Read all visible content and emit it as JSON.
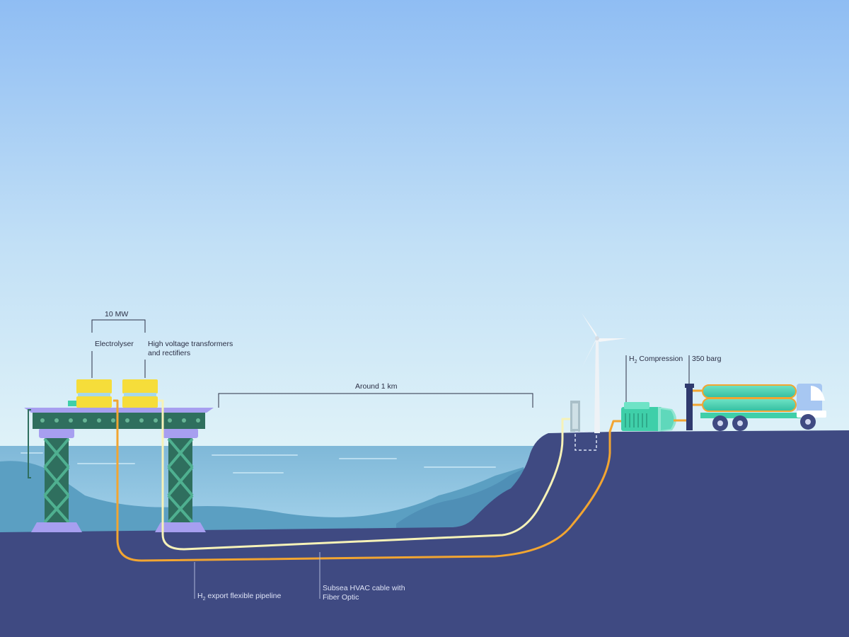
{
  "labels": {
    "capacity": "10 MW",
    "electrolyser": "Electrolyser",
    "transformers_line1": "High voltage transformers",
    "transformers_line2": "and rectifiers",
    "distance": "Around 1 km",
    "compression_prefix": "H",
    "compression_sub": "2",
    "compression_suffix": " Compression",
    "pressure": "350 barg",
    "pipeline_prefix": "H",
    "pipeline_sub": "2",
    "pipeline_suffix": " export flexible pipeline",
    "cable_line1": "Subsea HVAC cable with",
    "cable_line2": "Fiber Optic"
  },
  "colors": {
    "sky_top": "#8fbdf3",
    "sky_bottom": "#d9eef8",
    "sea": "#8ec3de",
    "seabed": "#3f4a82",
    "hills": "#5a9ec1",
    "platform_green": "#2f6f5e",
    "deck_purple": "#a79ff0",
    "module_yellow": "#f6dd3a",
    "pipeline_orange": "#f2a531",
    "cable_cream": "#f6f2b8",
    "compressor_teal": "#3fcfa9"
  }
}
